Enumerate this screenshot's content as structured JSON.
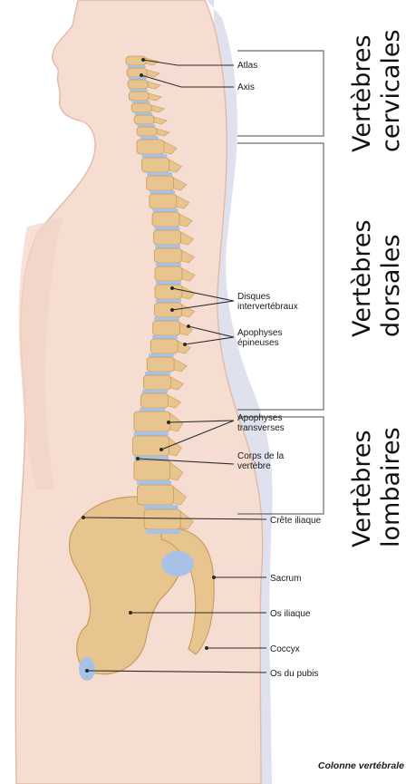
{
  "regions": {
    "cervical": [
      "Vertèbres",
      "cervicales"
    ],
    "dorsal": [
      "Vertèbres",
      "dorsales"
    ],
    "lumbar": [
      "Vertèbres",
      "lombaires"
    ]
  },
  "labels": {
    "atlas": "Atlas",
    "axis": "Axis",
    "disques": [
      "Disques",
      "intervertébraux"
    ],
    "epineuses": [
      "Apophyses",
      "épineuses"
    ],
    "transverses": [
      "Apophyses",
      "transverses"
    ],
    "corps": [
      "Corps de la",
      "vertèbre"
    ],
    "crete": "Crête iliaque",
    "sacrum": "Sacrum",
    "os_iliaque": "Os iliaque",
    "coccyx": "Coccyx",
    "pubis": "Os du pubis"
  },
  "caption": "Colonne vertébrale",
  "colors": {
    "skin": "#f6ddd2",
    "skin_edge": "#e3b9a6",
    "shadow": "#dfe1ee",
    "bone": "#e8c48e",
    "bone_dark": "#c99a5c",
    "disc": "#a8c2e6"
  }
}
